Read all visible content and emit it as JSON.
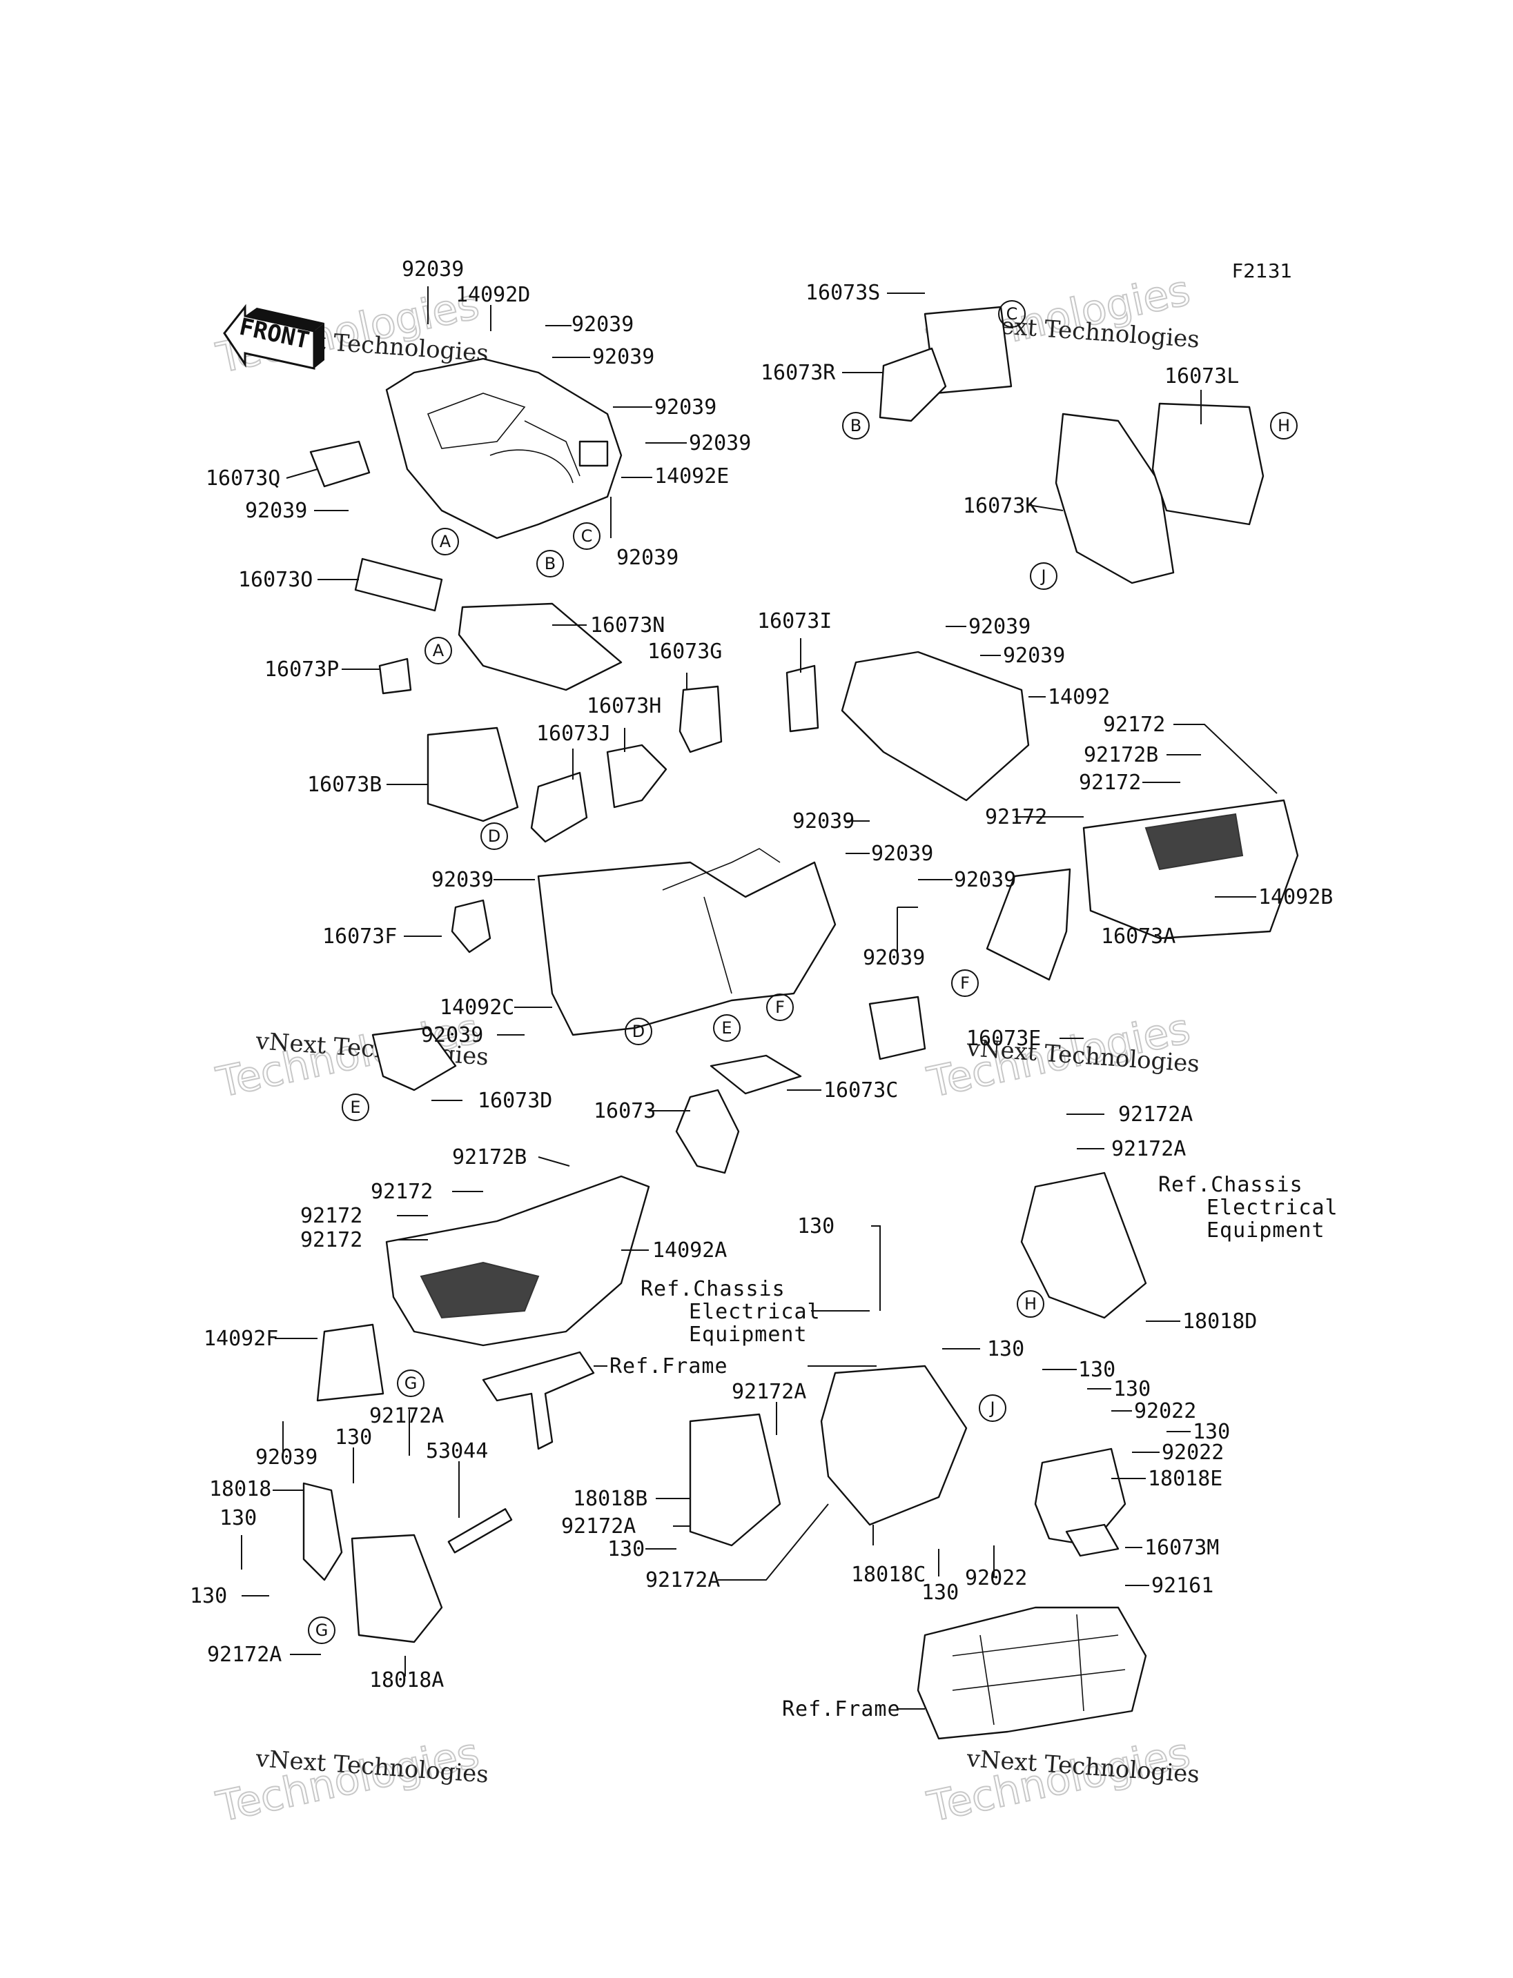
{
  "figure_code": "F2131",
  "front_arrow": "FRONT",
  "watermark": {
    "line1": "vNext Technologies",
    "line2": "Technologies"
  },
  "callouts": {
    "A": "A",
    "B": "B",
    "C": "C",
    "D": "D",
    "E": "E",
    "F": "F",
    "G": "G",
    "H": "H",
    "J": "J"
  },
  "labels": {
    "l01": "92039",
    "l02": "14092D",
    "l03": "92039",
    "l04": "92039",
    "l05": "92039",
    "l06": "92039",
    "l07": "14092E",
    "l08": "16073Q",
    "l09": "92039",
    "l10": "92039",
    "l11": "16073O",
    "l12": "16073N",
    "l13": "16073P",
    "l14": "16073S",
    "l15": "16073R",
    "l16": "16073L",
    "l17": "16073K",
    "l18": "16073I",
    "l19": "92039",
    "l20": "92039",
    "l21": "14092",
    "l22": "16073G",
    "l23": "16073H",
    "l24": "16073J",
    "l25": "16073B",
    "l26": "92172",
    "l27": "92172B",
    "l28": "92172",
    "l29": "92172",
    "l30": "92039",
    "l31": "92039",
    "l32": "92039",
    "l33": "14092B",
    "l34": "92039",
    "l35": "16073F",
    "l36": "92039",
    "l37": "16073A",
    "l38": "14092C",
    "l39": "92039",
    "l40": "16073E",
    "l41": "16073D",
    "l42": "16073C",
    "l43": "16073",
    "l44": "92172A",
    "l45": "92172A",
    "l46": "92172B",
    "l47": "92172",
    "l48": "92172",
    "l49": "92172",
    "l50": "14092A",
    "l51": "130",
    "l52": "18018D",
    "l53": "14092F",
    "l54": "92039",
    "l55": "130",
    "l56": "130",
    "l57": "130",
    "l58": "92022",
    "l59": "130",
    "l60": "92022",
    "l61": "18018E",
    "l62": "92172A",
    "l63": "130",
    "l64": "53044",
    "l65": "18018",
    "l66": "130",
    "l67": "130",
    "l68": "92172A",
    "l69": "18018B",
    "l70": "92172A",
    "l71": "130",
    "l72": "92172A",
    "l73": "18018C",
    "l74": "16073M",
    "l75": "130",
    "l76": "92022",
    "l77": "92161",
    "l78": "92172A",
    "l79": "18018A"
  },
  "refs": {
    "chassis_elec_top": [
      "Ref.Chassis",
      "Electrical",
      "Equipment"
    ],
    "chassis_elec_mid": [
      "Ref.Chassis",
      "Electrical",
      "Equipment"
    ],
    "frame_mid": "Ref.Frame",
    "frame_bottom": "Ref.Frame"
  }
}
